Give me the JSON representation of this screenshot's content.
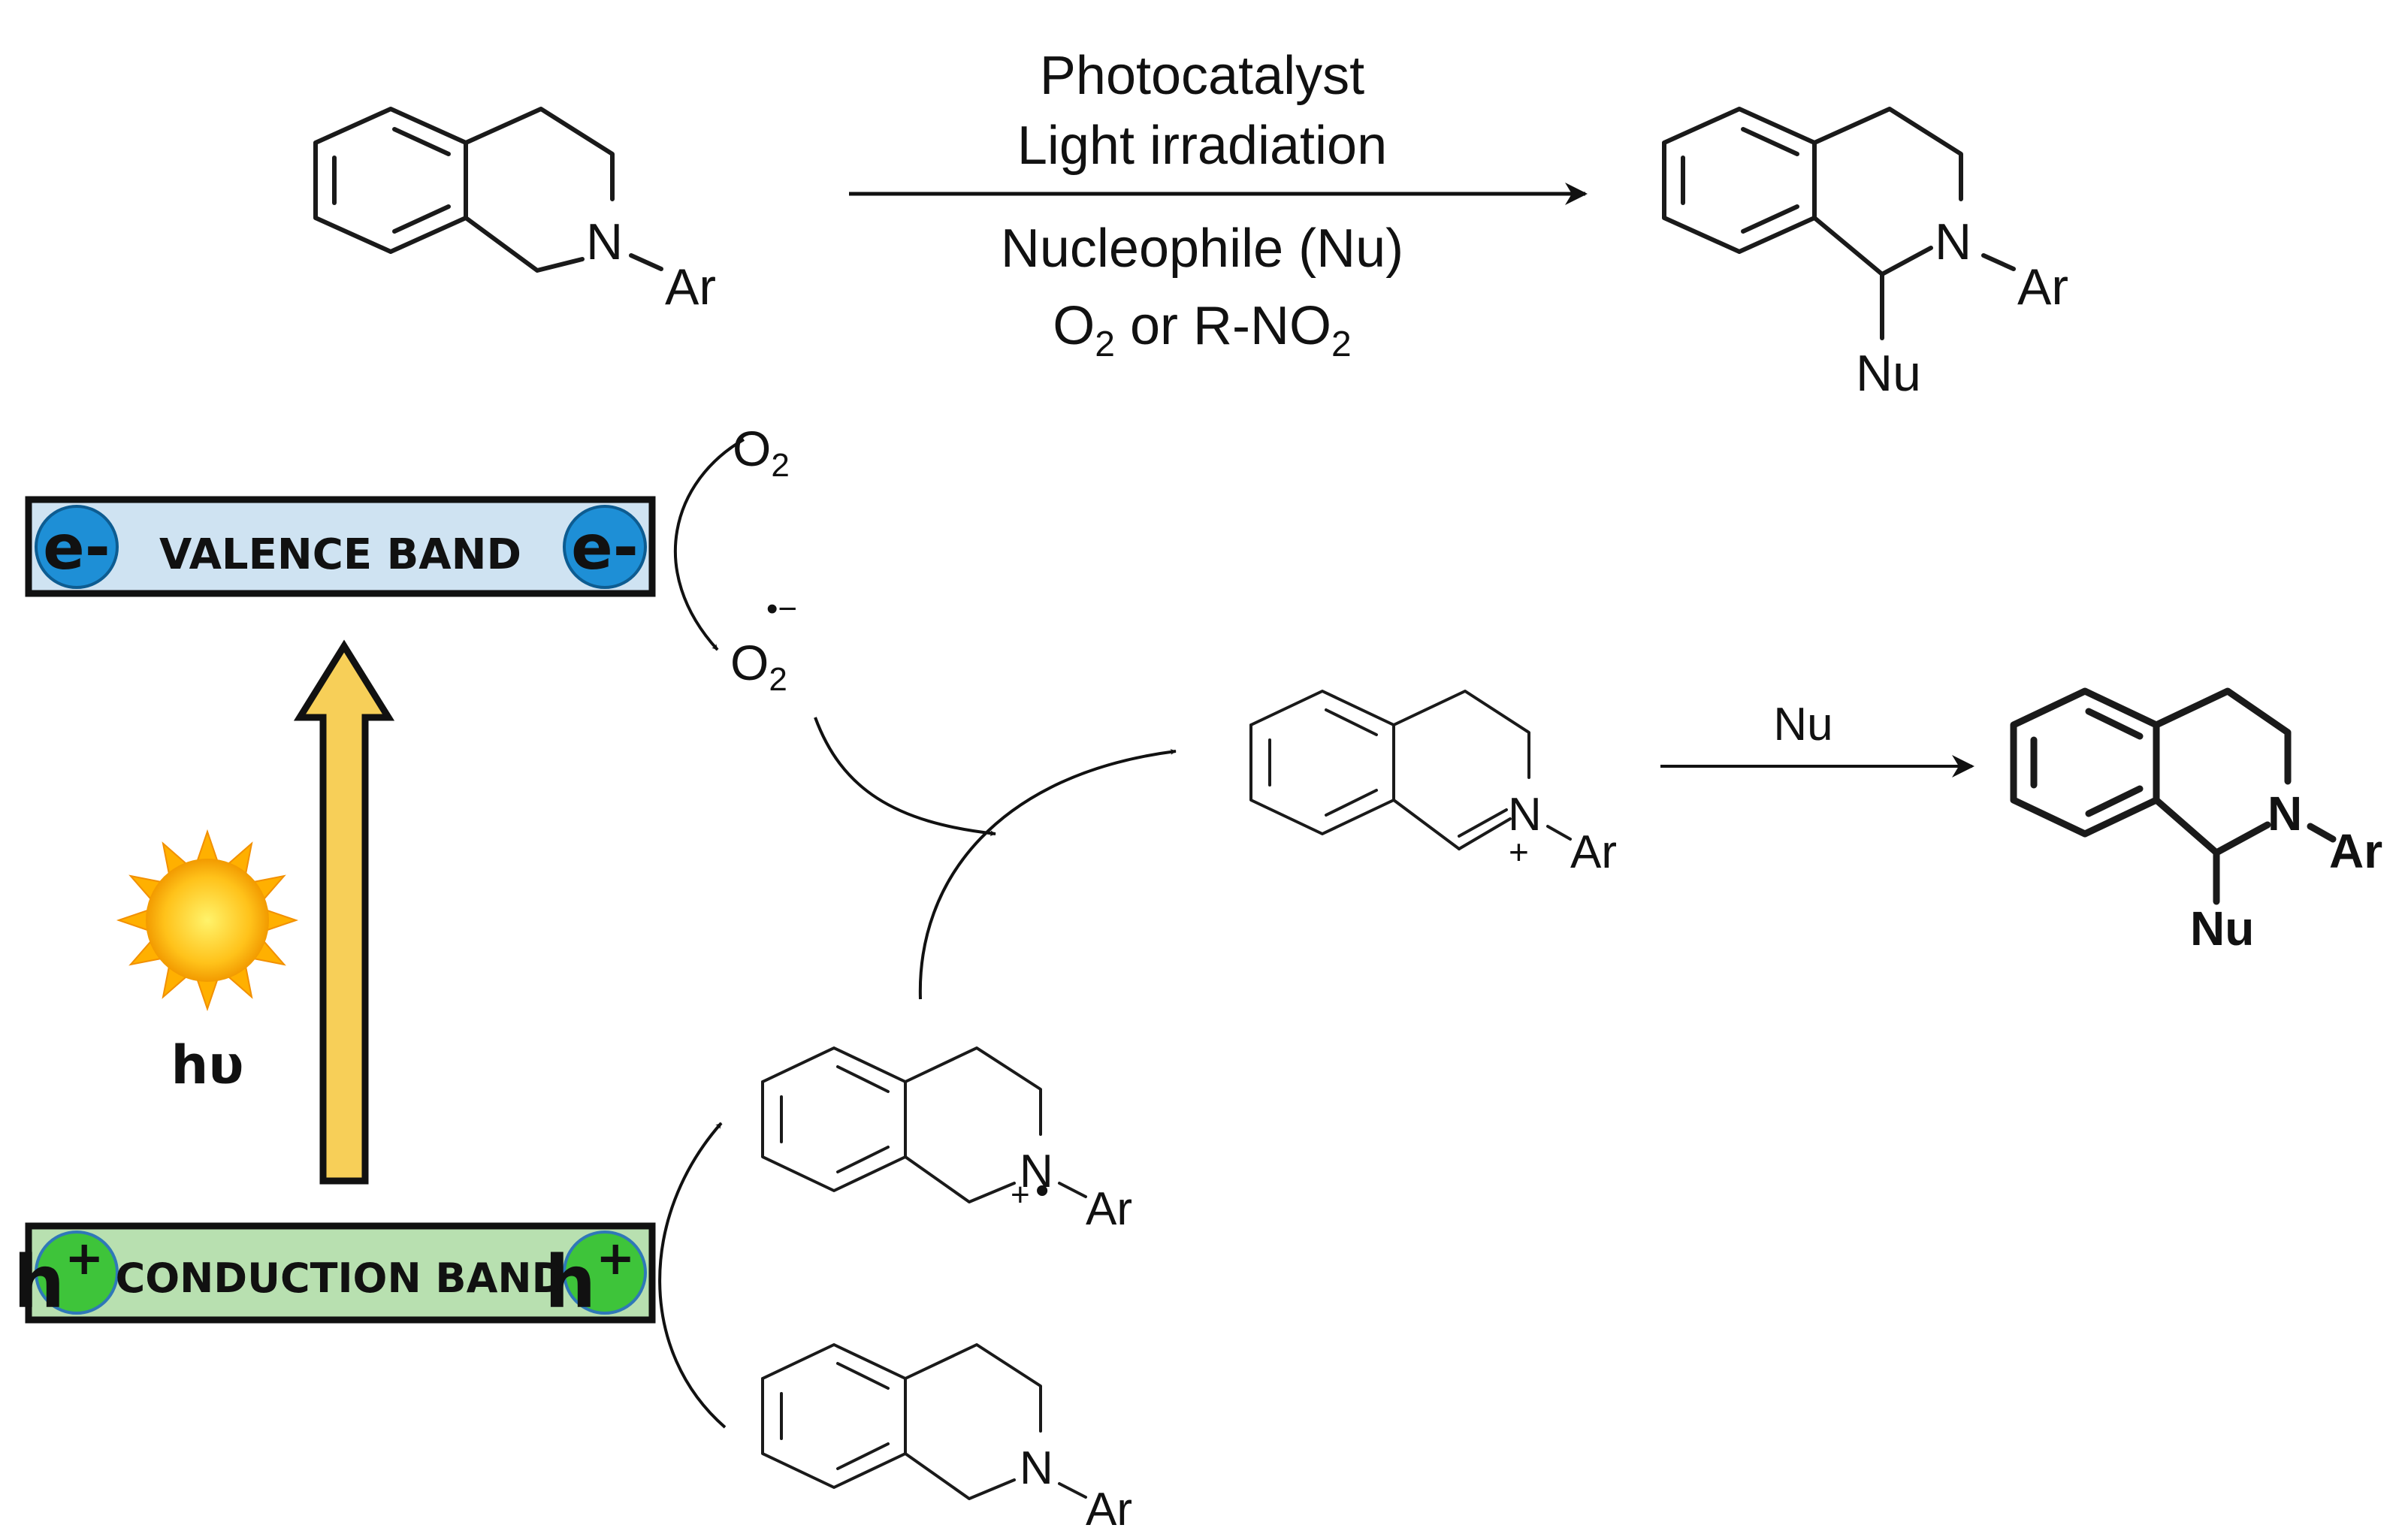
{
  "reaction": {
    "conditions": {
      "line1": "Photocatalyst",
      "line2": "Light irradiation",
      "line3": "Nucleophile (Nu)",
      "line4_o": "O",
      "line4_sub1": "2",
      "line4_mid": " or R-NO",
      "line4_sub2": "2"
    },
    "reactant_labels": {
      "n": "N",
      "ar": "Ar"
    },
    "product_labels": {
      "n": "N",
      "ar": "Ar",
      "nu": "Nu"
    }
  },
  "bands": {
    "valence": {
      "label": "VALENCE BAND",
      "carrier": "e-",
      "fill": "#cfe3f2",
      "carrier_color": "#1e8fd6"
    },
    "conduction": {
      "label": "CONDUCTION BAND",
      "carrier": "h",
      "carrier_sup": "+",
      "fill": "#b8e0b0",
      "carrier_color": "#3ec43a"
    }
  },
  "excitation": {
    "label": "hυ",
    "arrow_color": "#f7cf58",
    "sun_icon": "sun-icon"
  },
  "oxygen": {
    "o2_top": {
      "o": "O",
      "sub": "2"
    },
    "o2_radical": {
      "o": "O",
      "sub": "2",
      "charge": "•−"
    }
  },
  "mechanism": {
    "amine": {
      "n": "N",
      "ar": "Ar"
    },
    "radical_cation": {
      "n": "N",
      "ar": "Ar",
      "charge": "+",
      "radical": "•"
    },
    "iminium": {
      "n": "N",
      "ar": "Ar",
      "charge": "+"
    },
    "nu_step_label": "Nu",
    "final_product": {
      "n": "N",
      "ar": "Ar",
      "nu": "Nu"
    }
  }
}
